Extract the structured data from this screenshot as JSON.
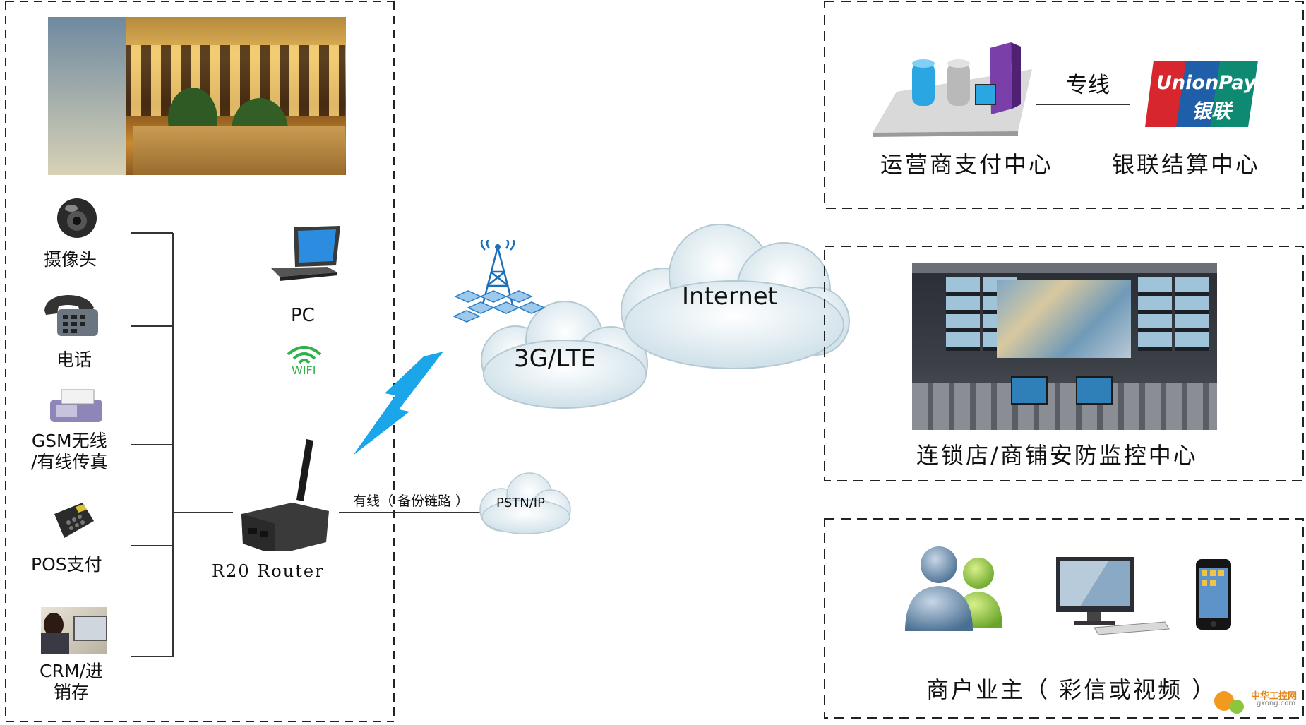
{
  "left": {
    "devices": [
      {
        "label": "摄像头",
        "icon": "camera-icon"
      },
      {
        "label": "电话",
        "icon": "phone-icon"
      },
      {
        "label": "GSM无线\n/有线传真",
        "icon": "fax-icon"
      },
      {
        "label": "POS支付",
        "icon": "pos-terminal-icon"
      },
      {
        "label": "CRM/进\n销存",
        "icon": "crm-operator-icon"
      }
    ],
    "pc_label": "PC",
    "wifi_label": "WIFI",
    "router_label": "R20 Router"
  },
  "middle": {
    "lte_cloud": "3G/LTE",
    "internet_cloud": "Internet",
    "wired_link_label": "有线（ 备份链路 ）",
    "pstn_cloud": "PSTN/IP"
  },
  "right": {
    "payment": {
      "operator_label": "运营商支付中心",
      "dedicated_line": "专线",
      "unionpay_label": "银联结算中心",
      "unionpay_logo_en": "UnionPay",
      "unionpay_logo_cn": "银联"
    },
    "monitor_label": "连锁店/商铺安防监控中心",
    "owner_label": "商户业主（ 彩信或视频 ）"
  },
  "watermark": {
    "text": "中华工控网",
    "url": "gkong.com"
  },
  "colors": {
    "unionpay_red": "#d7262e",
    "unionpay_blue": "#1f5ea8",
    "unionpay_green": "#0e8a73",
    "bolt": "#1aa6e8"
  }
}
